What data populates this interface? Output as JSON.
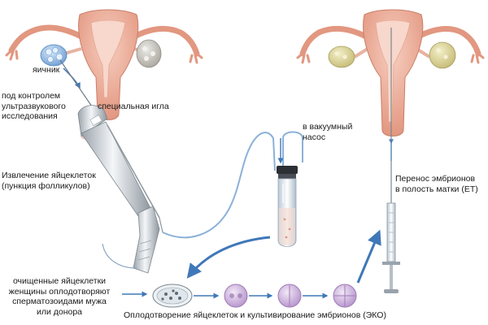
{
  "labels": {
    "ovary": "яичник",
    "ultrasound_l1": "под контролем",
    "ultrasound_l2": "ультразвукового",
    "ultrasound_l3": "исследования",
    "needle": "специальная игла",
    "vacuum_l1": "в вакуумный",
    "vacuum_l2": "насос",
    "retrieval_l1": "Извлечение яйцеклеток",
    "retrieval_l2": "(пункция фолликулов)",
    "transfer_l1": "Перенос эмбрионов",
    "transfer_l2": "в полость матки (ET)",
    "cleaned_l1": "очищенные яйцеклетки",
    "cleaned_l2": "женщины оплодотворяют",
    "cleaned_l3": "сперматозоидами мужа",
    "cleaned_l4": "или донора",
    "fertilization": "Оплодотворение яйцеклеток и культивирование эмбрионов (ЭКО)"
  },
  "colors": {
    "uterus": "#e9a08c",
    "uterus_inner": "#f6cfc2",
    "ovary_retrieval": "#8db4de",
    "ovary_normal": "#c6c2bb",
    "ovary_after": "#d7cf92",
    "needle": "#bfc6cd",
    "arrow": "#3f78b8",
    "tube": "#6f9fcf",
    "cell": "#c7abd6"
  },
  "icons": [
    "uterus-retrieval",
    "uterus-transfer",
    "transvaginal-needle-probe",
    "vacuum-collection-tube",
    "petri-dish",
    "embryo-zygote",
    "embryo-2-cell",
    "embryo-4-cell",
    "transfer-syringe"
  ]
}
